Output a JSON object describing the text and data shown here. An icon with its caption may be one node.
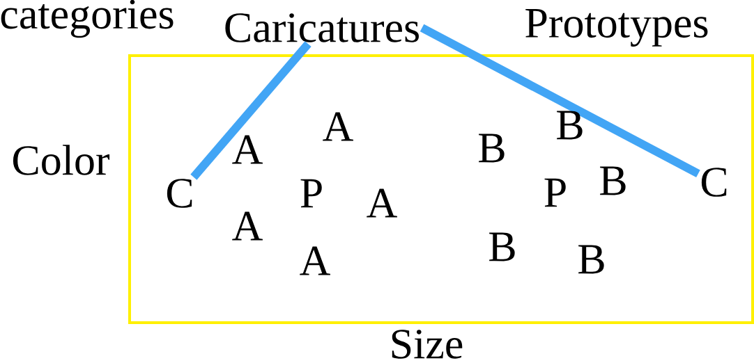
{
  "diagram": {
    "nodes": [
      {
        "text": [],
        "shape": "box"
      },
      {
        "text": [
          "Caricatures"
        ]
      },
      {
        "text": [
          "C"
        ],
        "in": 0
      },
      {
        "text": [
          "C"
        ],
        "in": 0
      }
    ],
    "edges": [
      {
        "from": 1,
        "to": 2,
        "arrow": "none"
      },
      {
        "from": 1,
        "to": 3,
        "arrow": "none"
      }
    ],
    "labels": [
      "categories",
      "Prototypes",
      "Color",
      "A",
      "A",
      "B",
      "B",
      "P",
      "A",
      "P",
      "B",
      "A",
      "A",
      "B",
      "B",
      "Size"
    ]
  }
}
